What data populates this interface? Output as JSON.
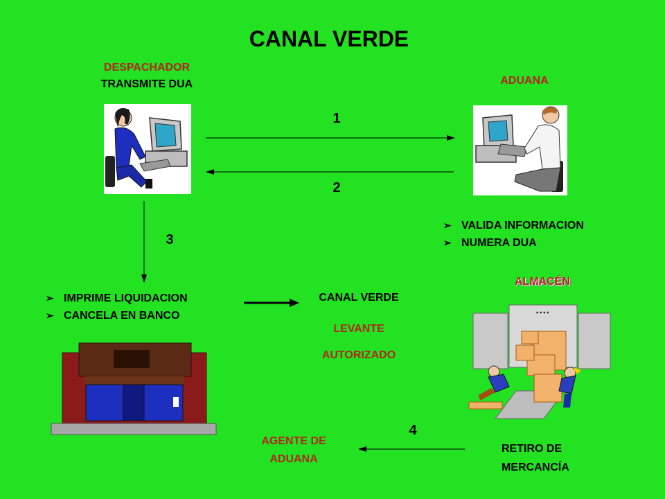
{
  "title": "CANAL VERDE",
  "despachador": {
    "role": "DESPACHADOR",
    "action": "TRANSMITE DUA"
  },
  "aduana": {
    "label": "ADUANA",
    "tasks": [
      "VALIDA INFORMACION",
      "NUMERA DUA"
    ]
  },
  "steps": {
    "s1": "1",
    "s2": "2",
    "s3": "3",
    "s4": "4"
  },
  "banco": {
    "tasks": [
      "IMPRIME LIQUIDACION",
      "CANCELA EN BANCO"
    ]
  },
  "canal": {
    "label": "CANAL VERDE",
    "levante": "LEVANTE",
    "autorizado": "AUTORIZADO"
  },
  "almacen": {
    "label": "ALMACÉN"
  },
  "agente": {
    "line1": "AGENTE DE",
    "line2": "ADUANA"
  },
  "retiro": {
    "line1": "RETIRO DE",
    "line2": "MERCANCÍA"
  },
  "bullet_icon": "arrowhead-bullet-icon",
  "colors": {
    "background": "#22e222",
    "accent_red": "#b3261e"
  }
}
